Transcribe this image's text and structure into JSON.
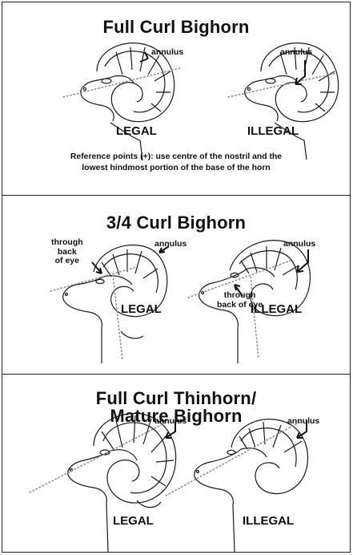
{
  "panels": [
    {
      "title": "Full Curl Bighorn",
      "note_line1": "Reference points (+): use centre of the nostril and the",
      "note_line2": "lowest hindmost portion of the base of the horn",
      "left": {
        "annulus": "annulus",
        "verdict": "LEGAL"
      },
      "right": {
        "annulus": "annulus",
        "verdict": "ILLEGAL"
      }
    },
    {
      "title": "3/4 Curl Bighorn",
      "left": {
        "eye_line1": "through",
        "eye_line2": "back",
        "eye_line3": "of eye",
        "annulus": "annulus",
        "verdict": "LEGAL"
      },
      "right": {
        "eye_line1": "through",
        "eye_line2": "back of eye",
        "annulus": "annulus",
        "verdict": "ILLEGAL"
      }
    },
    {
      "title_line1": "Full Curl Thinhorn/",
      "title_line2": "Mature Bighorn",
      "left": {
        "annulus": "annulus",
        "verdict": "LEGAL"
      },
      "right": {
        "annulus": "annulus",
        "verdict": "ILLEGAL"
      }
    }
  ]
}
